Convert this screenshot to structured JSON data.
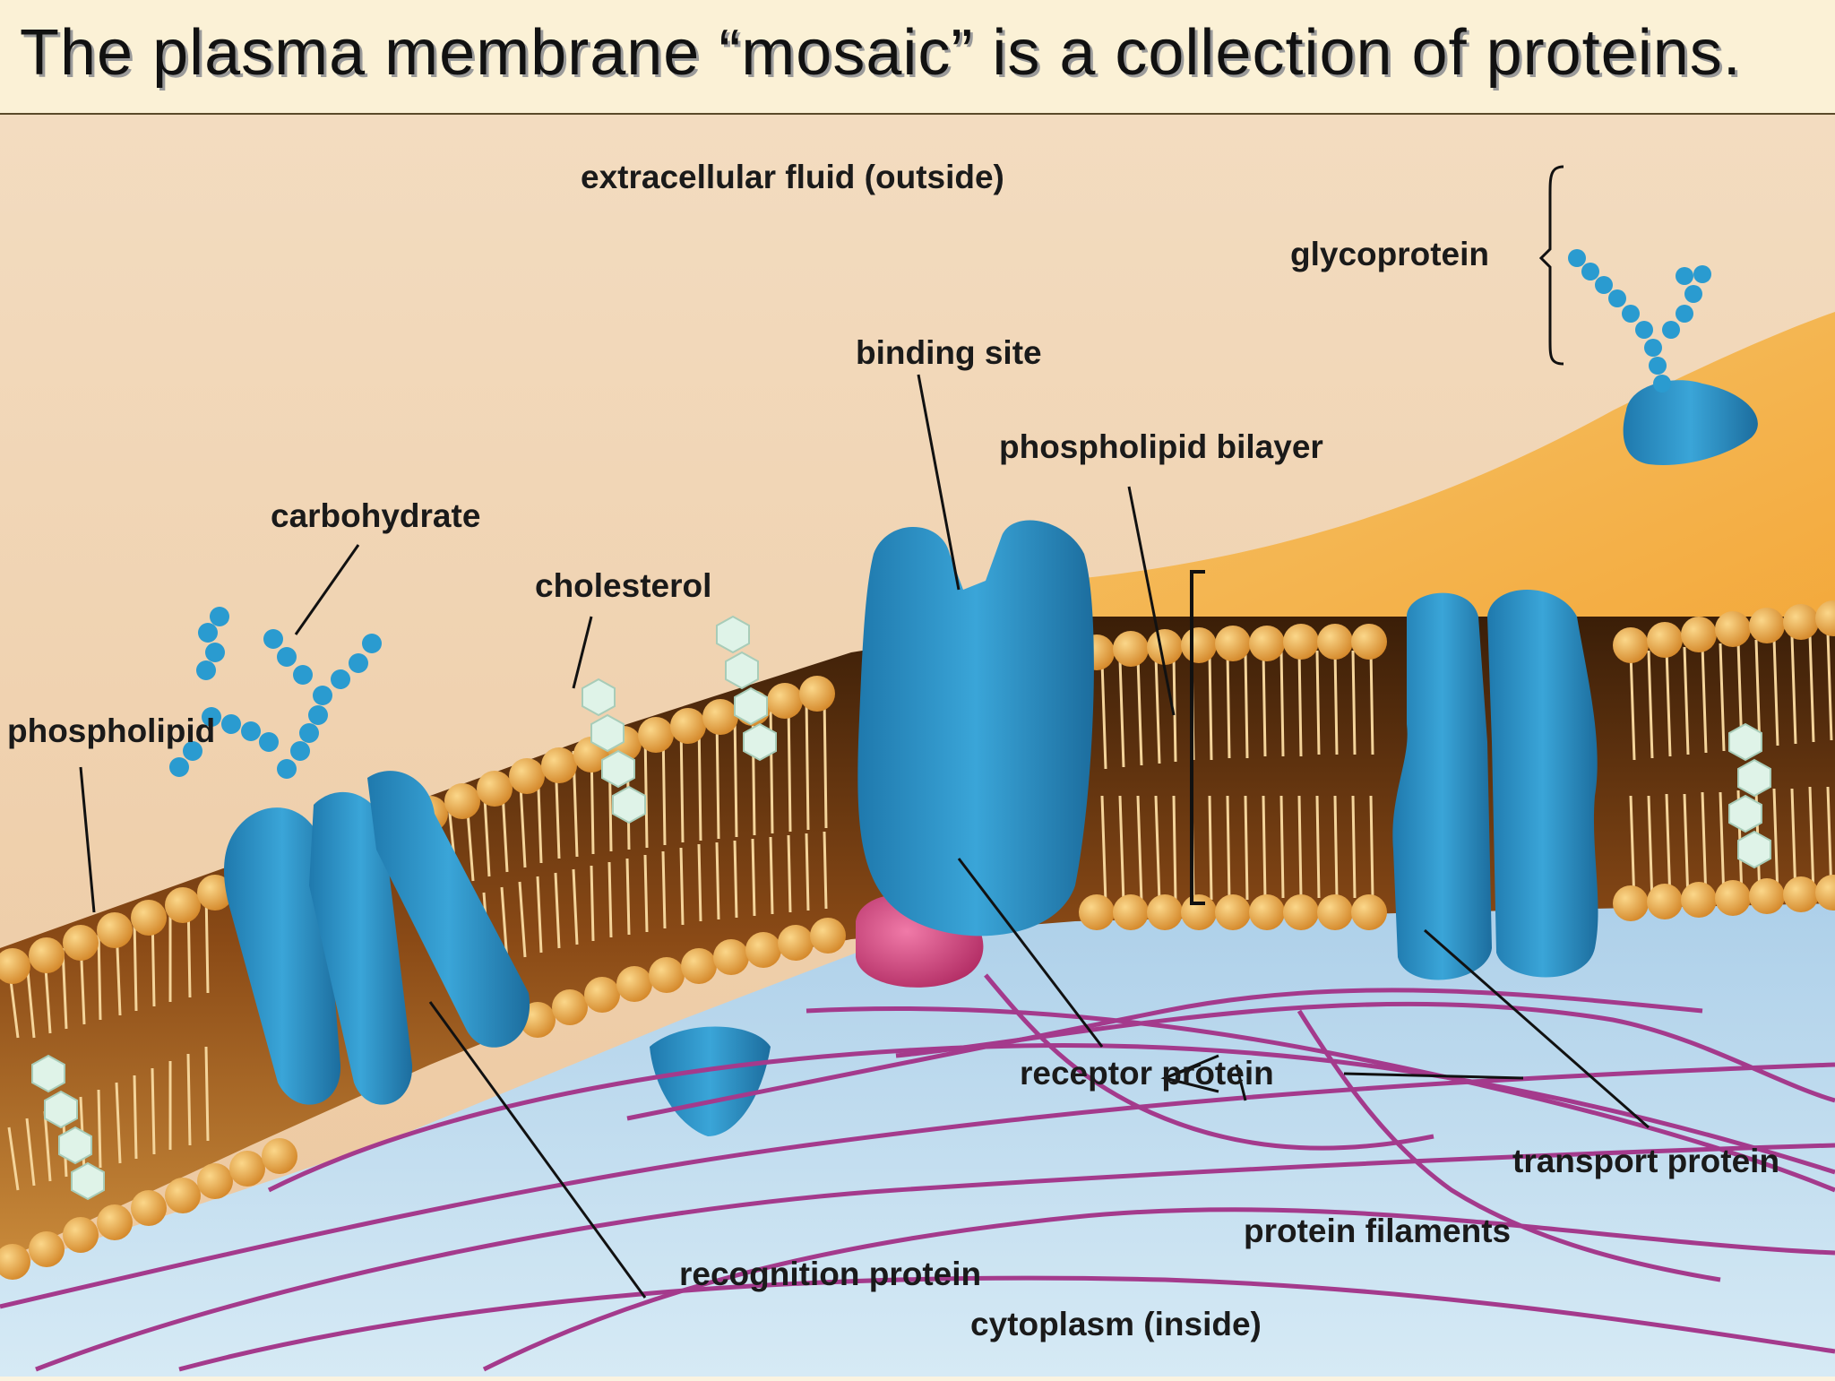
{
  "title": "The plasma membrane “mosaic” is a collection of proteins.",
  "labels": {
    "extracellular": "extracellular fluid (outside)",
    "glycoprotein": "glycoprotein",
    "binding_site": "binding site",
    "phospholipid_bilayer": "phospholipid bilayer",
    "carbohydrate": "carbohydrate",
    "cholesterol": "cholesterol",
    "phospholipid": "phospholipid",
    "receptor_protein": "receptor protein",
    "transport_protein": "transport protein",
    "protein_filaments": "protein filaments",
    "recognition_protein": "recognition protein",
    "cytoplasm": "cytoplasm (inside)"
  },
  "colors": {
    "extracellular": "#f2d6b3",
    "cytoplasm": "#bfdcee",
    "membrane_interior": "#7a3f10",
    "head": "#e8a23a",
    "protein": "#2a8fc4",
    "filament": "#a43a8c",
    "pink_protein": "#d0407a",
    "cholesterol": "#dff3e8"
  }
}
